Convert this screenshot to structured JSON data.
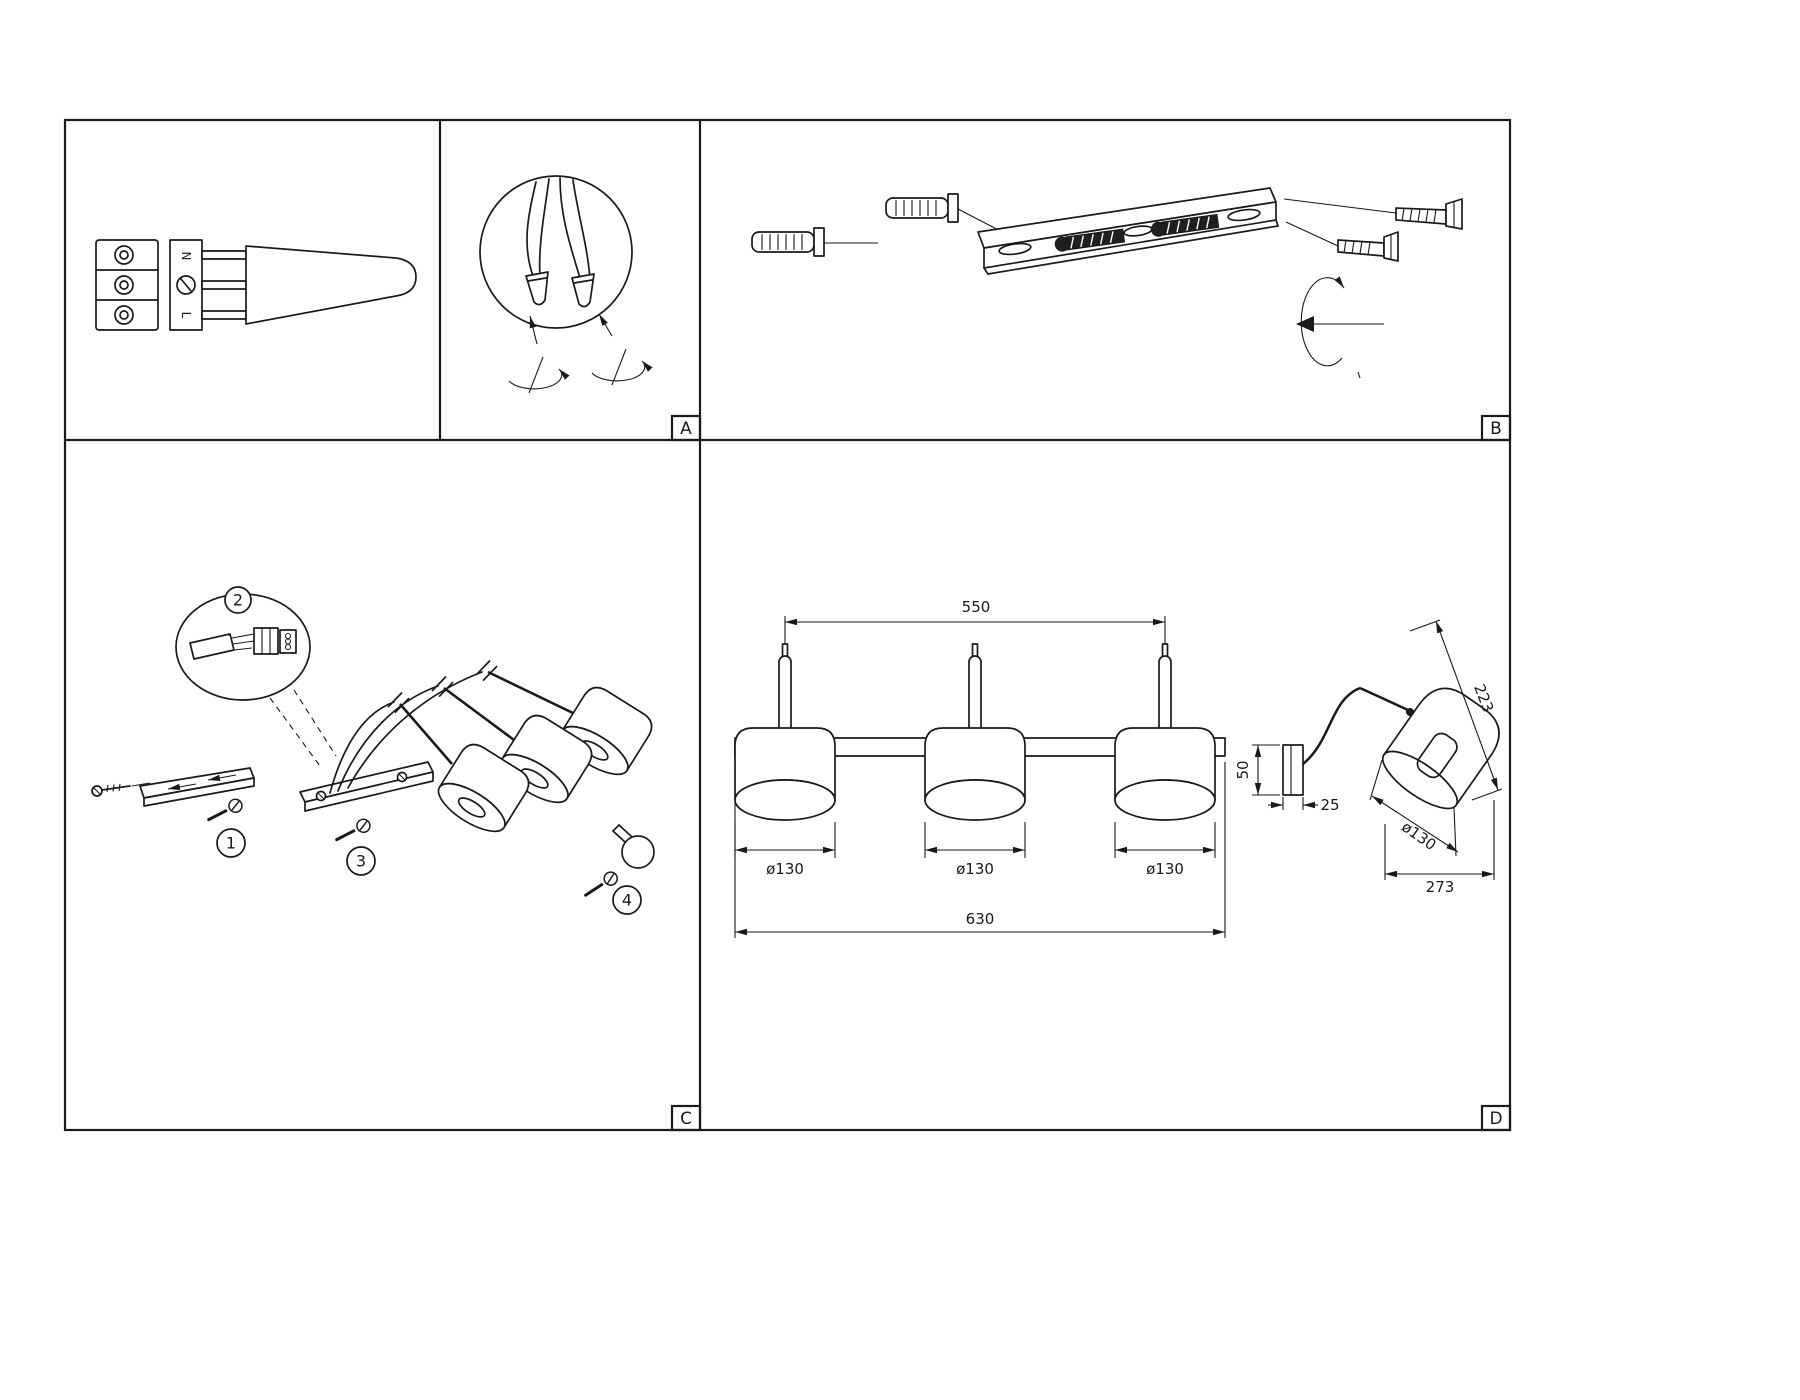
{
  "page": {
    "background": "#ffffff",
    "ink": "#1a1a1a"
  },
  "panels": {
    "a": {
      "label": "A",
      "terminal": {
        "neutral": "N",
        "live": "L"
      }
    },
    "b": {
      "label": "B"
    },
    "c": {
      "label": "C",
      "steps": {
        "s1": "1",
        "s2": "2",
        "s3": "3",
        "s4": "4"
      }
    },
    "d": {
      "label": "D",
      "front": {
        "top_width": "550",
        "shade_diameter": "ø130",
        "total_width": "630"
      },
      "side": {
        "height": "223",
        "plate_height": "50",
        "plate_offset": "25",
        "shade_diameter": "ø130",
        "depth": "273"
      }
    }
  }
}
